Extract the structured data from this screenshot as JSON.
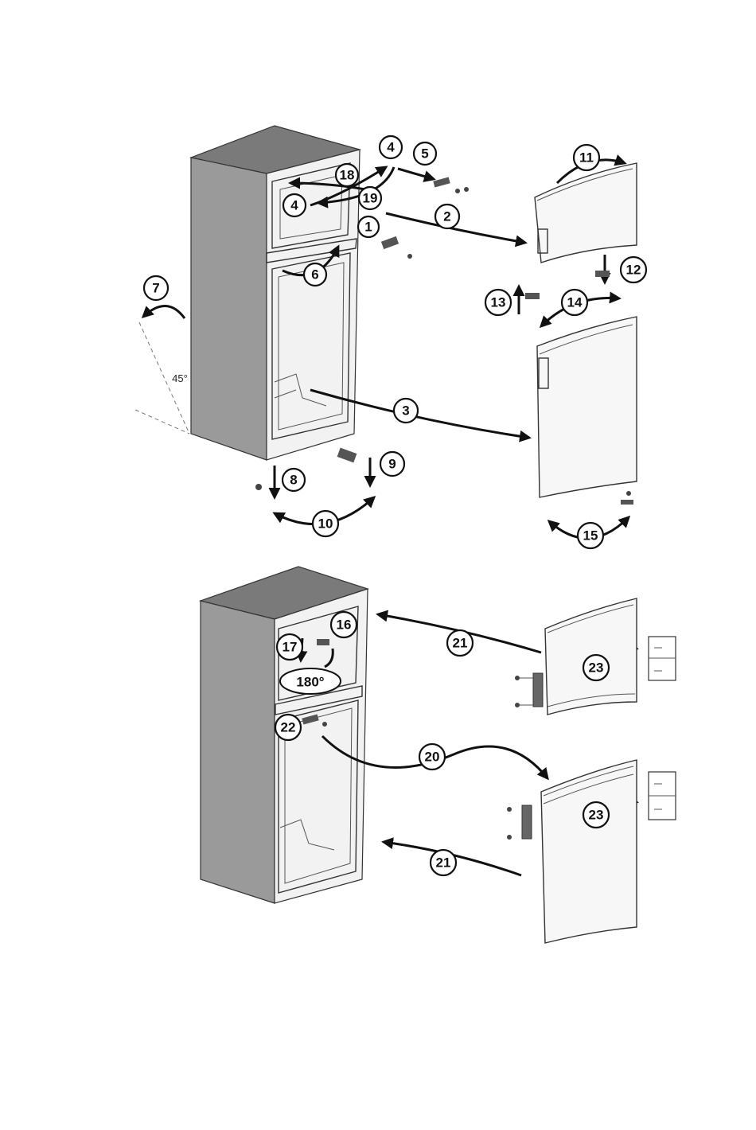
{
  "diagram": {
    "title": "",
    "callouts": {
      "c1": "1",
      "c2": "2",
      "c3": "3",
      "c4a": "4",
      "c4b": "4",
      "c5": "5",
      "c6": "6",
      "c7": "7",
      "c8": "8",
      "c9": "9",
      "c10": "10",
      "c11": "11",
      "c12": "12",
      "c13": "13",
      "c14": "14",
      "c15": "15",
      "c16": "16",
      "c17": "17",
      "c18": "18",
      "c19": "19",
      "c20": "20",
      "c21a": "21",
      "c21b": "21",
      "c22": "22",
      "c23a": "23",
      "c23b": "23"
    },
    "angle_label": "45°",
    "rotation_label": "180°"
  },
  "colors": {
    "cabinet_side": "#9a9a9a",
    "cabinet_top": "#7a7a7a",
    "cabinet_front": "#f2f2f2",
    "door_panel": "#f7f7f7",
    "outline": "#333333"
  }
}
